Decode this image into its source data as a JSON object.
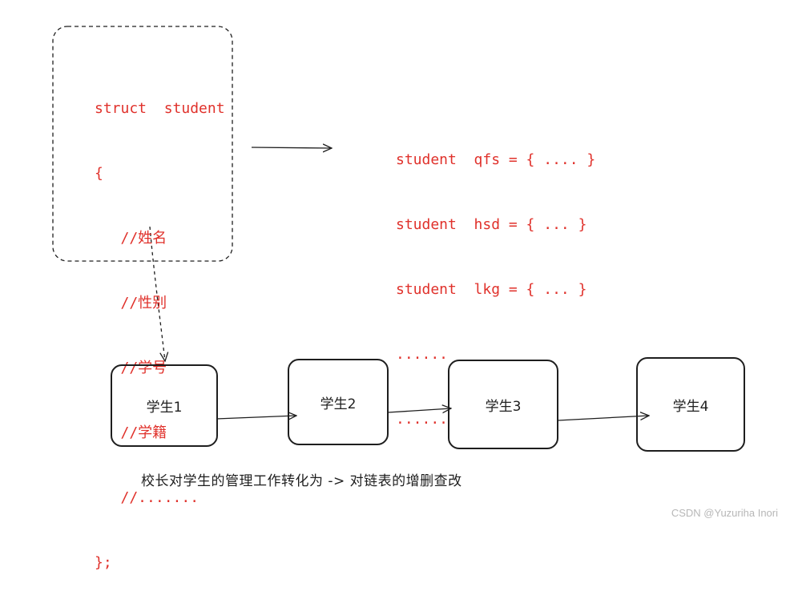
{
  "struct_code": [
    "struct  student",
    "{",
    "   //姓名",
    "   //性别",
    "   //学号",
    "   //学籍",
    "   //.......",
    "};"
  ],
  "instance_code": [
    "student  qfs = { .... }",
    "student  hsd = { ... }",
    "student  lkg = { ... }",
    "......",
    "......"
  ],
  "nodes": [
    "学生1",
    "学生2",
    "学生3",
    "学生4"
  ],
  "caption": "校长对学生的管理工作转化为 -> 对链表的增删查改",
  "watermark": "CSDN @Yuzuriha  Inori",
  "colors": {
    "code": "#e0312b",
    "stroke": "#1e1e1e",
    "watermark": "#b7b7b7"
  }
}
